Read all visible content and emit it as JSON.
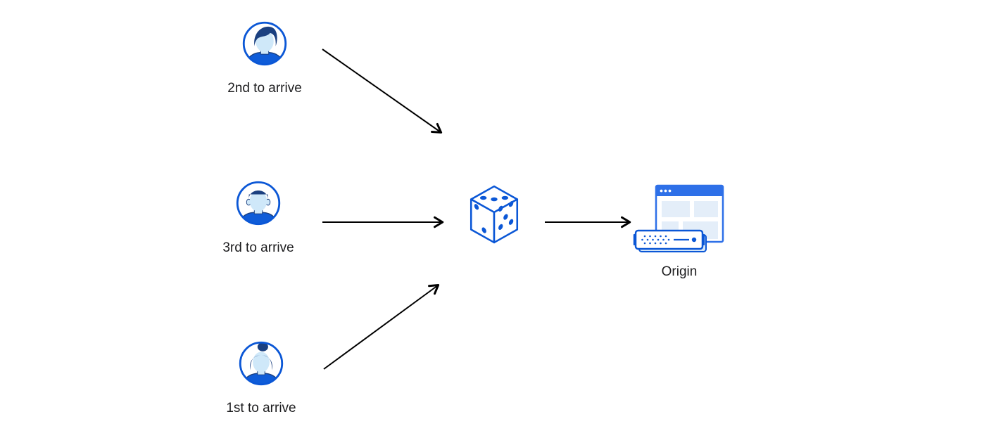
{
  "diagram": {
    "description": "Three visitors arrive in sequence and are routed through a random (dice) selection to an origin server",
    "nodes": {
      "user_2nd": {
        "label": "2nd to arrive",
        "icon": "user-avatar-man-icon"
      },
      "user_3rd": {
        "label": "3rd to arrive",
        "icon": "user-avatar-man-icon"
      },
      "user_1st": {
        "label": "1st to arrive",
        "icon": "user-avatar-woman-icon"
      },
      "dice": {
        "label": "",
        "icon": "dice-icon"
      },
      "origin": {
        "label": "Origin",
        "icon": "origin-server-icon"
      }
    },
    "edges": [
      {
        "from": "user_2nd",
        "to": "dice"
      },
      {
        "from": "user_3rd",
        "to": "dice"
      },
      {
        "from": "user_1st",
        "to": "dice"
      },
      {
        "from": "dice",
        "to": "origin"
      }
    ],
    "dice_faces": {
      "top_pips": 3,
      "left_pips": 2,
      "right_pips": 5
    }
  },
  "colors": {
    "primary_blue": "#0b57d6",
    "navy": "#1b4080",
    "light_blue": "#cfe8f9",
    "shirt_blue": "#0f5cd8",
    "titlebar_blue": "#2e70e8",
    "panel_blue": "#e4eef9",
    "arrow_black": "#000000",
    "text": "#1d1d1f"
  }
}
